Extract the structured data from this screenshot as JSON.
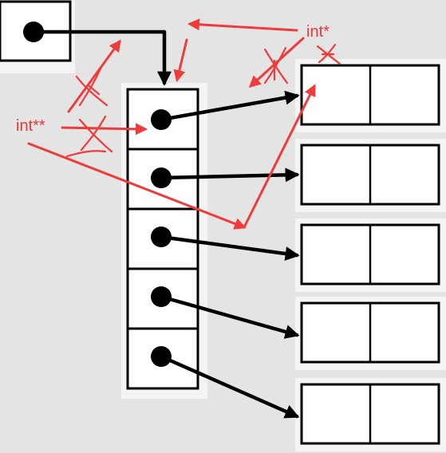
{
  "labels": {
    "pointer_to_pointer": "int**",
    "pointer": "int*"
  },
  "colors": {
    "annotation": "#ee3b3b",
    "ink": "#000000",
    "background": "#e4e4e4",
    "cell_fill": "#ffffff"
  },
  "structure": {
    "pointer_array_slots": 5,
    "target_arrays": 5,
    "cells_per_target_array": 2
  }
}
